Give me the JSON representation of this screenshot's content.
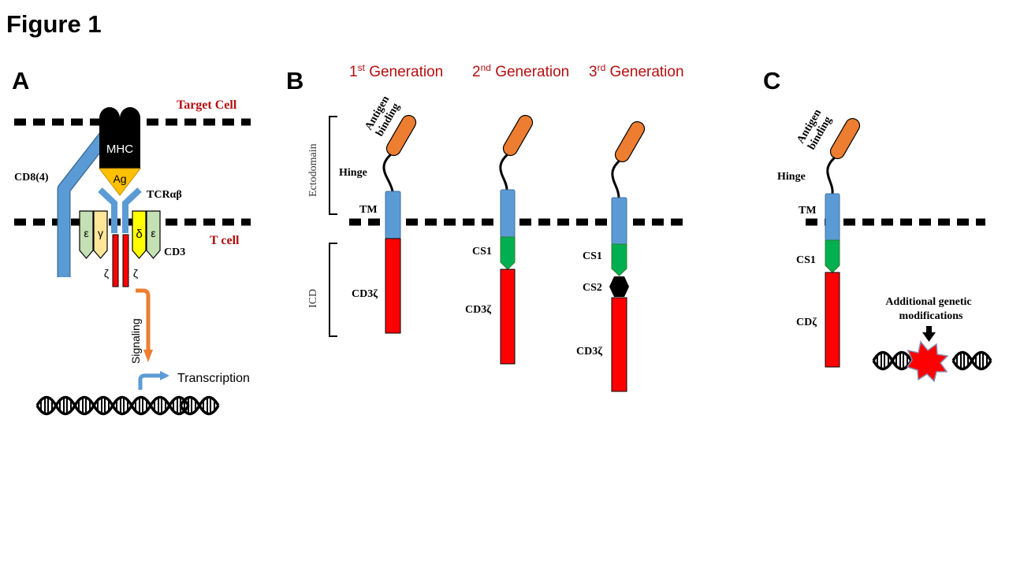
{
  "figure_title": "Figure 1",
  "colors": {
    "antigen_binding": "#ed7d31",
    "transmembrane": "#5b9bd5",
    "costim": "#00b050",
    "cd3z": "#ff0000",
    "ag": "#ffc000",
    "cd3_delta": "#ffff00",
    "cd3_epsilon": "#c5e0b4",
    "cd3_gamma": "#ffe699",
    "label_red": "#b50f0f",
    "mhc": "#000000",
    "signaling_arrow": "#ed7d31",
    "transcription_arrow": "#5b9bd5"
  },
  "panel_a": {
    "letter": "A",
    "target_cell": "Target Cell",
    "t_cell": "T cell",
    "mhc": "MHC",
    "ag": "Ag",
    "tcr": "TCRαβ",
    "cd8": "CD8(4)",
    "cd3": "CD3",
    "epsilon_left": "ε",
    "gamma": "γ",
    "delta": "δ",
    "epsilon_right": "ε",
    "zeta_left": "ζ",
    "zeta_right": "ζ",
    "signaling": "Signaling",
    "transcription": "Transcription"
  },
  "panel_b": {
    "letter": "B",
    "ectodomain": "Ectodomain",
    "icd": "ICD",
    "antigen_binding_line1": "Antigen",
    "antigen_binding_line2": "binding",
    "hinge": "Hinge",
    "tm": "TM",
    "generations": [
      {
        "num": "1",
        "sup": "st",
        "label": " Generation",
        "cd3z": "CD3ζ"
      },
      {
        "num": "2",
        "sup": "nd",
        "label": " Generation",
        "cs1": "CS1",
        "cd3z": "CD3ζ"
      },
      {
        "num": "3",
        "sup": "rd",
        "label": " Generation",
        "cs1": "CS1",
        "cs2": "CS2",
        "cd3z": "CD3ζ"
      }
    ]
  },
  "panel_c": {
    "letter": "C",
    "antigen_binding_line1": "Antigen",
    "antigen_binding_line2": "binding",
    "hinge": "Hinge",
    "tm": "TM",
    "cs1": "CS1",
    "cdz": "CDζ",
    "additional_line1": "Additional  genetic",
    "additional_line2": "modifications"
  }
}
